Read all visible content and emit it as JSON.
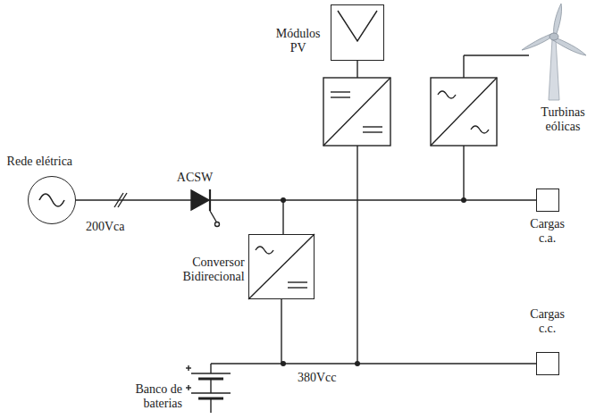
{
  "diagram": {
    "nodes": [
      {
        "text": [
          "Rede elétrica"
        ]
      },
      {
        "text": [
          "Módulos PV"
        ]
      },
      {
        "text": [
          "Conversor Bidirecional"
        ]
      },
      {
        "text": [
          "Cargas c.a."
        ]
      },
      {
        "text": [
          "Cargas c.c."
        ]
      }
    ],
    "edges": [
      {
        "from": 0,
        "to": 3,
        "arrow": "none"
      },
      {
        "from": 2,
        "to": 4,
        "arrow": "none"
      }
    ],
    "labels": [
      "ACSW",
      "200Vca",
      "Turbinas eólicas",
      "Banco de baterias",
      "380Vcc"
    ]
  }
}
